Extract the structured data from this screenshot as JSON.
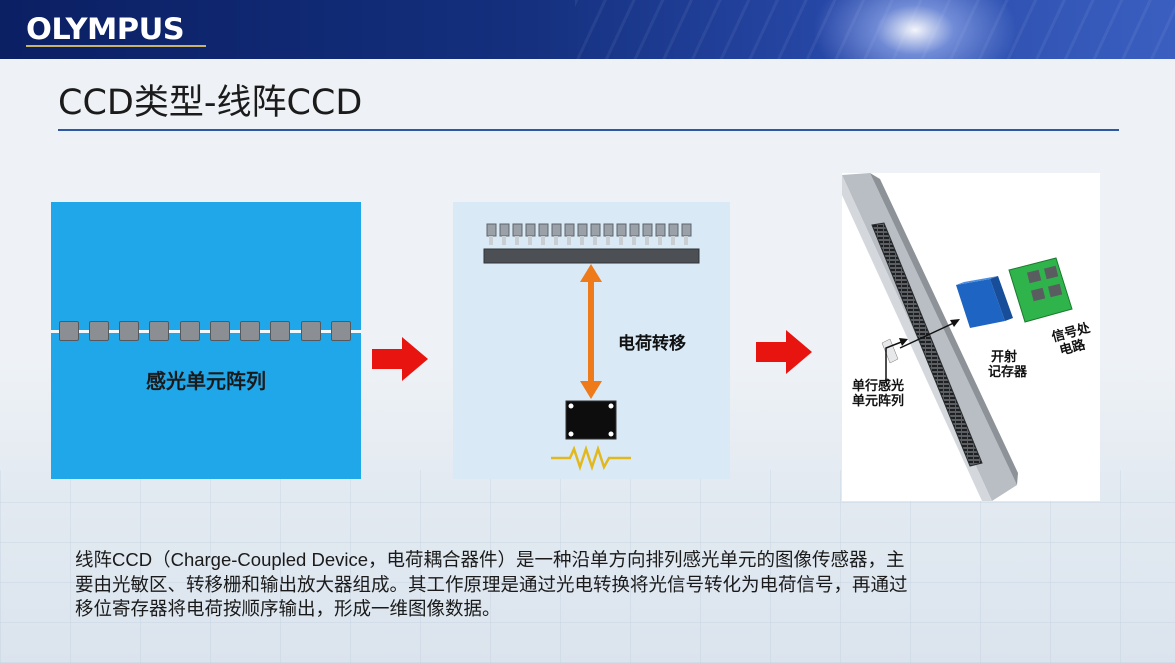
{
  "header": {
    "logo_text": "OLYMPUS"
  },
  "slide": {
    "title": "CCD类型-线阵CCD"
  },
  "figures": {
    "panel1_label": "感光单元阵列",
    "panel2_label": "电荷转移",
    "panel3": {
      "label_sensor_line1": "单行感光",
      "label_sensor_line2": "单元阵列",
      "label_register_line1": "开射",
      "label_register_line2": "记存器",
      "label_circuit_line1": "信号处",
      "label_circuit_line2": "电路"
    },
    "arrow_color": "#e8140f"
  },
  "description": {
    "line1": "线阵CCD（Charge-Coupled Device，电荷耦合器件）是一种沿单方向排列感光单元的图像传感器，主",
    "line2": "要由光敏区、转移栅和输出放大器组成。其工作原理是通过光电转换将光信号转化为电荷信号，再通过",
    "line3": "移位寄存器将电荷按顺序输出，形成一维图像数据。"
  }
}
